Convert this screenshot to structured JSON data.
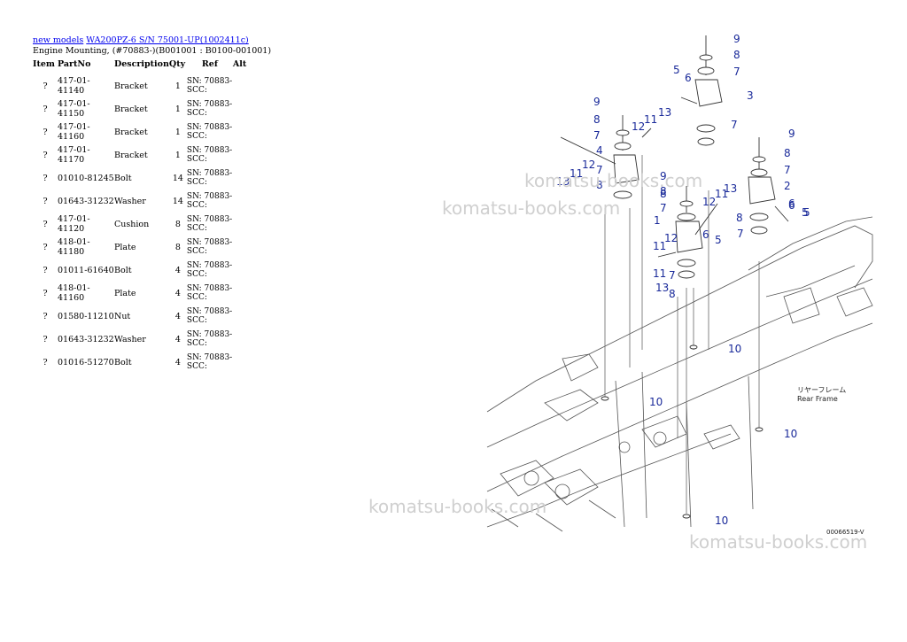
{
  "breadcrumb": {
    "link1": "new models",
    "link2": "WA200PZ-6 S/N 75001-UP(1002411c)"
  },
  "subtitle": "Engine Mounting, (#70883-)(B001001 : B0100-001001)",
  "columns": [
    "Item",
    "PartNo",
    "Description",
    "Qty",
    "Ref",
    "Alt"
  ],
  "rows": [
    {
      "item": "?",
      "part": "417-01-41140",
      "desc": "Bracket",
      "qty": "1",
      "ref": "SN: 70883-SCC:"
    },
    {
      "item": "?",
      "part": "417-01-41150",
      "desc": "Bracket",
      "qty": "1",
      "ref": "SN: 70883-SCC:"
    },
    {
      "item": "?",
      "part": "417-01-41160",
      "desc": "Bracket",
      "qty": "1",
      "ref": "SN: 70883-SCC:"
    },
    {
      "item": "?",
      "part": "417-01-41170",
      "desc": "Bracket",
      "qty": "1",
      "ref": "SN: 70883-SCC:"
    },
    {
      "item": "?",
      "part": "01010-81245",
      "desc": "Bolt",
      "qty": "14",
      "ref": "SN: 70883-SCC:"
    },
    {
      "item": "?",
      "part": "01643-31232",
      "desc": "Washer",
      "qty": "14",
      "ref": "SN: 70883-SCC:"
    },
    {
      "item": "?",
      "part": "417-01-41120",
      "desc": "Cushion",
      "qty": "8",
      "ref": "SN: 70883-SCC:"
    },
    {
      "item": "?",
      "part": "418-01-41180",
      "desc": "Plate",
      "qty": "8",
      "ref": "SN: 70883-SCC:"
    },
    {
      "item": "?",
      "part": "01011-61640",
      "desc": "Bolt",
      "qty": "4",
      "ref": "SN: 70883-SCC:"
    },
    {
      "item": "?",
      "part": "418-01-41160",
      "desc": "Plate",
      "qty": "4",
      "ref": "SN: 70883-SCC:"
    },
    {
      "item": "?",
      "part": "01580-11210",
      "desc": "Nut",
      "qty": "4",
      "ref": "SN: 70883-SCC:"
    },
    {
      "item": "?",
      "part": "01643-31232",
      "desc": "Washer",
      "qty": "4",
      "ref": "SN: 70883-SCC:"
    },
    {
      "item": "?",
      "part": "01016-51270",
      "desc": "Bolt",
      "qty": "4",
      "ref": "SN: 70883-SCC:"
    }
  ],
  "diagram": {
    "rear_frame_jp": "リヤーフレーム",
    "rear_frame_en": "Rear Frame",
    "code": "00066519-V",
    "callouts": [
      "9",
      "8",
      "7",
      "3",
      "5",
      "6",
      "9",
      "8",
      "7",
      "12",
      "11",
      "13",
      "4",
      "7",
      "8",
      "9",
      "8",
      "7",
      "2",
      "5",
      "6",
      "13",
      "11",
      "12",
      "8",
      "7",
      "1",
      "12",
      "11",
      "6",
      "5",
      "13",
      "11",
      "7",
      "8",
      "10",
      "10",
      "10",
      "10",
      "13",
      "12",
      "11",
      "5",
      "6",
      "8",
      "7",
      "9",
      "8",
      "7"
    ]
  },
  "watermarks": [
    "komatsu-books.com",
    "komatsu-books.com",
    "komatsu-books.com",
    "komatsu-books.com"
  ],
  "colors": {
    "link": "#0000ee",
    "callout": "#1a2a9a",
    "watermark": "#cfcfcf"
  }
}
